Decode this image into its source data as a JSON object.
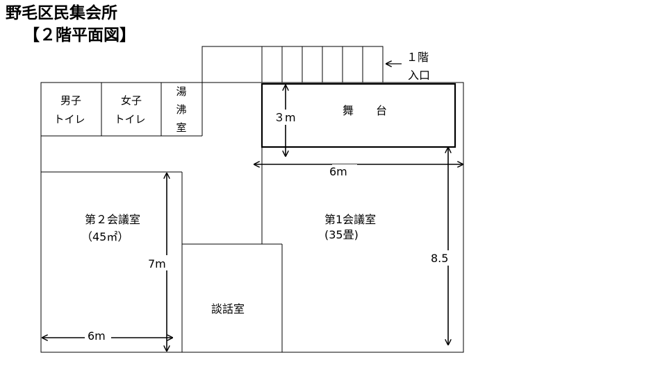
{
  "header": {
    "title": "野毛区民集会所",
    "subtitle": "【２階平面図】"
  },
  "entrance": {
    "floor_label": "１階",
    "entrance_label": "入口"
  },
  "rooms": {
    "mens_toilet": [
      "男子",
      "トイレ"
    ],
    "womens_toilet": [
      "女子",
      "トイレ"
    ],
    "kitchenette": [
      "湯",
      "沸",
      "室"
    ],
    "stage": "舞　　台",
    "room2": [
      "第２会議室",
      "（45㎡）"
    ],
    "room1": [
      "第1会議室",
      "(35畳)"
    ],
    "lounge": "談話室"
  },
  "dimensions": {
    "stage_depth": "３m",
    "stage_width": "6m",
    "room1_depth": "8.5",
    "room2_height": "7m",
    "room2_width": "6m"
  }
}
